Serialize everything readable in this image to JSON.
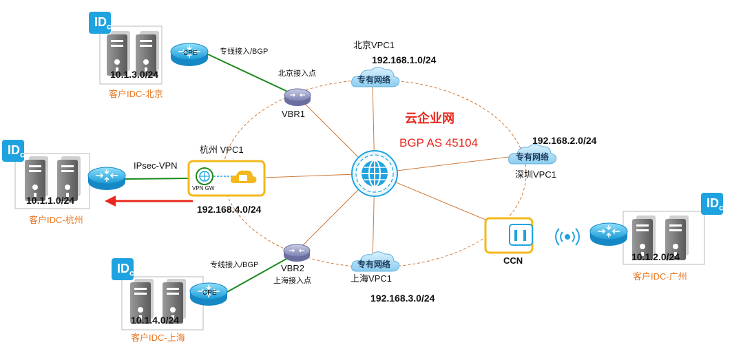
{
  "center": {
    "title": "云企业网",
    "subtitle": "BGP AS 45104"
  },
  "idc_beijing": {
    "subnet": "10.1.3.0/24",
    "name": "客户IDC-北京",
    "device": "CPE"
  },
  "idc_hangzhou": {
    "subnet": "10.1.1.0/24",
    "name": "客户IDC-杭州"
  },
  "idc_shanghai": {
    "subnet": "10.1.4.0/24",
    "name": "客户IDC-上海",
    "device": "CPE"
  },
  "idc_guangzhou": {
    "subnet": "10.1.2.0/24",
    "name": "客户IDC-广州"
  },
  "idc_badge": {
    "letter1": "I",
    "letter2": "D",
    "letter3": "c"
  },
  "links": {
    "beijing_line": "专线接入/BGP",
    "beijing_point": "北京接入点",
    "shanghai_line": "专线接入/BGP",
    "shanghai_point": "上海接入点",
    "ipsec": "IPsec-VPN"
  },
  "vbr1": "VBR1",
  "vbr2": "VBR2",
  "vpc_beijing": {
    "name": "北京VPC1",
    "cidr": "192.168.1.0/24",
    "cloud": "专有网络"
  },
  "vpc_shenzhen": {
    "name": "深圳VPC1",
    "cidr": "192.168.2.0/24",
    "cloud": "专有网络"
  },
  "vpc_shanghai": {
    "name": "上海VPC1",
    "cidr": "192.168.3.0/24",
    "cloud": "专有网络"
  },
  "vpc_hangzhou": {
    "name": "杭州 VPC1",
    "cidr": "192.168.4.0/24",
    "gw": "VPN GW"
  },
  "ccn": {
    "label": "CCN"
  },
  "colors": {
    "idc_orange": "#e87722",
    "title_red": "#e8281e",
    "line_green": "#1a8a1a",
    "line_orange": "#cd7a3c",
    "arrow_red": "#e8281e",
    "frame_yellow": "#f2b81c",
    "icon_blue": "#1fa3e0"
  }
}
